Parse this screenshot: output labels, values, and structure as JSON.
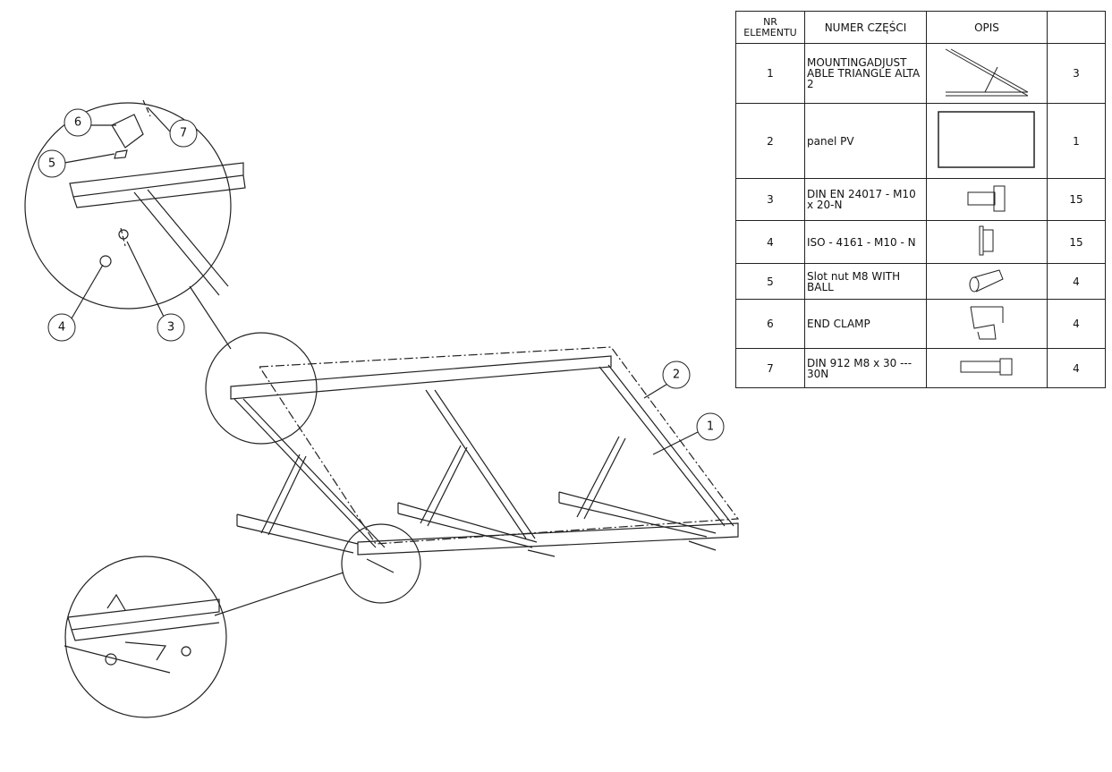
{
  "balloons": {
    "b1": "1",
    "b2": "2",
    "b3": "3",
    "b4": "4",
    "b5": "5",
    "b6": "6",
    "b7": "7"
  },
  "bom": {
    "headers": {
      "nr": "NR ELEMENTU",
      "part": "NUMER CZĘŚCI",
      "desc": "OPIS",
      "qty": ""
    },
    "rows": [
      {
        "nr": "1",
        "part": "MOUNTINGADJUST ABLE TRIANGLE ALTA 2",
        "icon": "triangle-frame-icon",
        "qty": "3"
      },
      {
        "nr": "2",
        "part": "panel PV",
        "icon": "pv-panel-icon",
        "qty": "1"
      },
      {
        "nr": "3",
        "part": "DIN EN 24017 - M10 x 20-N",
        "icon": "hex-bolt-icon",
        "qty": "15"
      },
      {
        "nr": "4",
        "part": "ISO - 4161 - M10 - N",
        "icon": "flange-nut-icon",
        "qty": "15"
      },
      {
        "nr": "5",
        "part": "Slot nut M8 WITH BALL",
        "icon": "slot-nut-icon",
        "qty": "4"
      },
      {
        "nr": "6",
        "part": "END CLAMP",
        "icon": "end-clamp-icon",
        "qty": "4"
      },
      {
        "nr": "7",
        "part": "DIN 912 M8 x 30 --- 30N",
        "icon": "socket-screw-icon",
        "qty": "4"
      }
    ]
  }
}
